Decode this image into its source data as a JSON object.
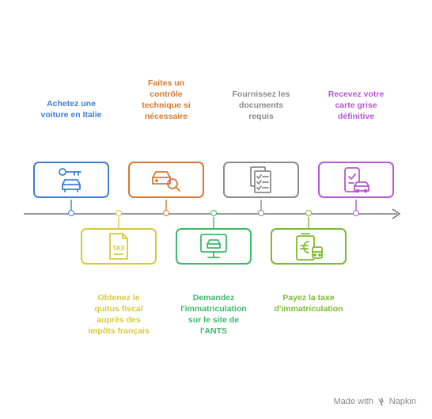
{
  "steps": [
    {
      "id": "buy",
      "label": "Achetez une\nvoiture en Italie",
      "color": "#3f7fd4",
      "icon": "key-car-icon"
    },
    {
      "id": "quitus",
      "label": "Obtenez le\nquitus fiscal\nauprès des\nimpôts français",
      "color": "#d7cb3a",
      "icon": "tax-document-icon",
      "icon_text": "TAX"
    },
    {
      "id": "controle",
      "label": "Faites un\ncontrôle\ntechnique si\nnécessaire",
      "color": "#d8792f",
      "icon": "car-search-icon"
    },
    {
      "id": "ants",
      "label": "Demandez\nl'immatriculation\nsur le site de\nl'ANTS",
      "color": "#3cb96b",
      "icon": "monitor-car-icon"
    },
    {
      "id": "documents",
      "label": "Fournissez les\ndocuments\nrequis",
      "color": "#8c8c8c",
      "icon": "documents-icon"
    },
    {
      "id": "taxe",
      "label": "Payez la taxe\nd'immatriculation",
      "color": "#7dbb2e",
      "icon": "euro-payment-icon"
    },
    {
      "id": "carte",
      "label": "Recevez votre\ncarte grise\ndéfinitive",
      "color": "#b758d4",
      "icon": "phone-car-icon"
    }
  ],
  "footer": {
    "made_with": "Made with",
    "brand": "Napkin",
    "icon": "napkin-logo-icon"
  },
  "timeline_color": "#7a7a7a"
}
